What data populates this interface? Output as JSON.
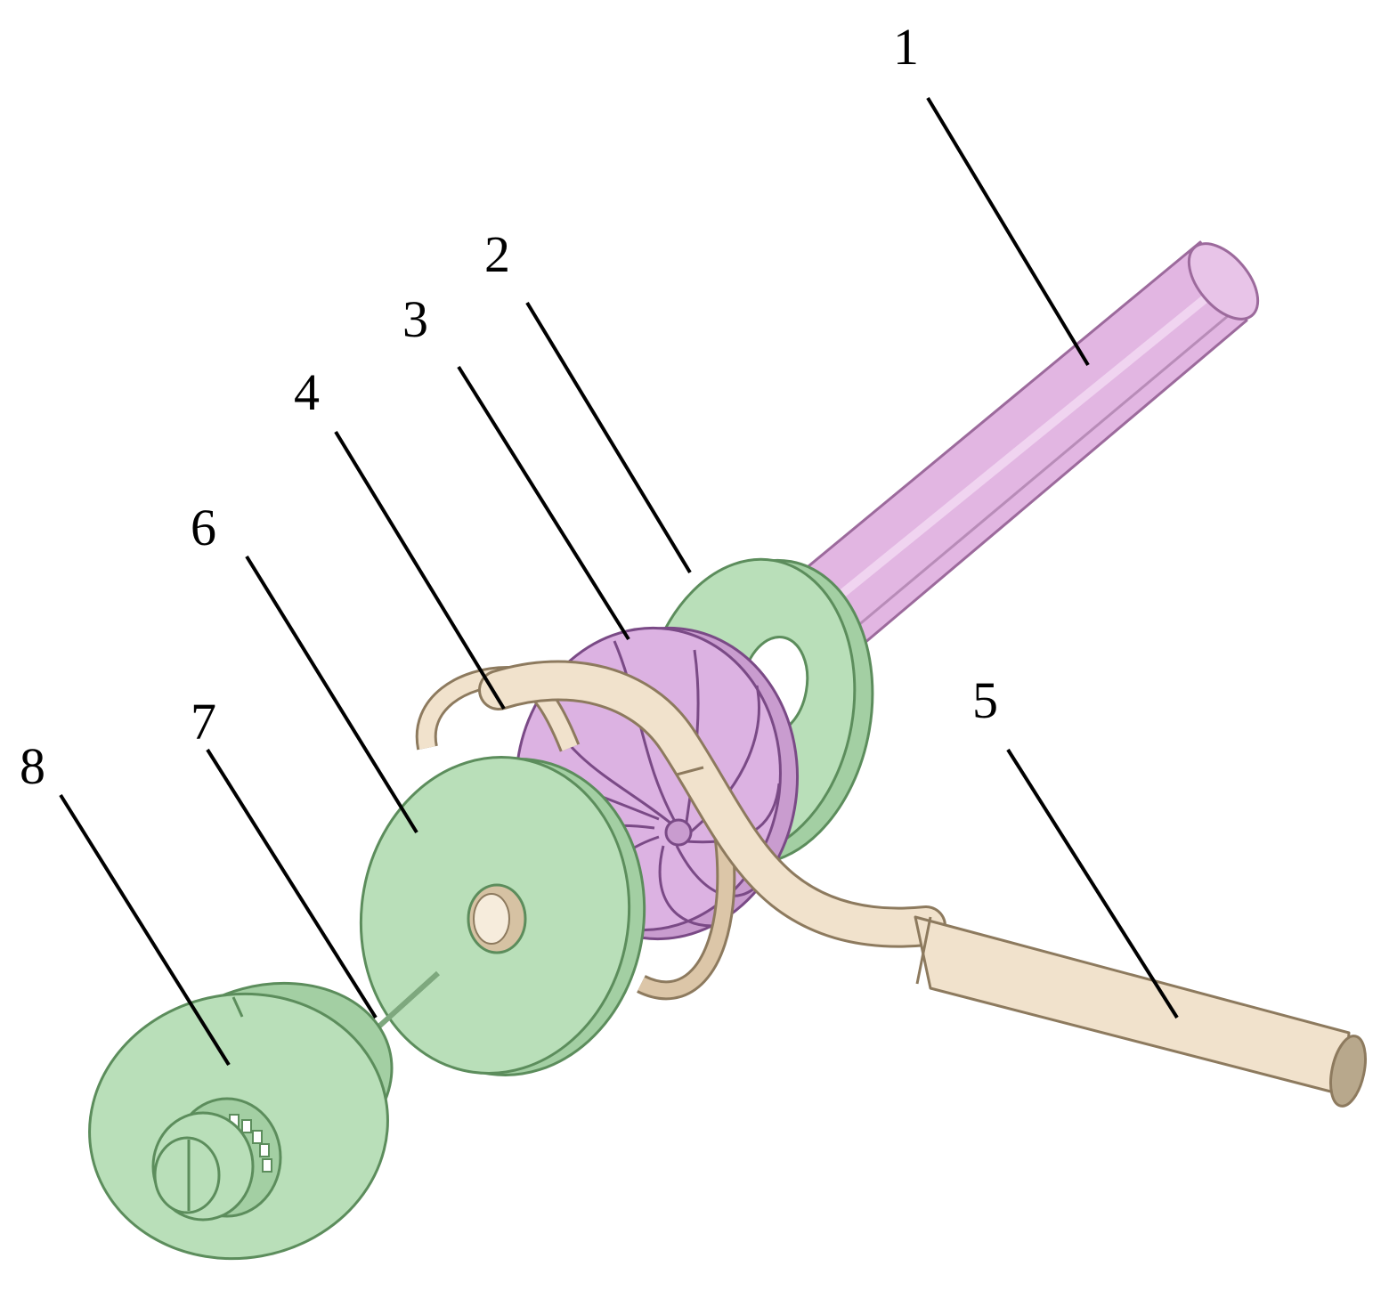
{
  "diagram": {
    "callouts": [
      {
        "id": "1",
        "label": "1"
      },
      {
        "id": "2",
        "label": "2"
      },
      {
        "id": "3",
        "label": "3"
      },
      {
        "id": "4",
        "label": "4"
      },
      {
        "id": "5",
        "label": "5"
      },
      {
        "id": "6",
        "label": "6"
      },
      {
        "id": "7",
        "label": "7"
      },
      {
        "id": "8",
        "label": "8"
      }
    ],
    "colors": {
      "shaft": "#e2b6e2",
      "shaft_edge": "#9c6a9c",
      "disc_green": "#b9dfb9",
      "disc_green_dark": "#a3cfa3",
      "disc_edge": "#5c8d5c",
      "impeller": "#dcb2e2",
      "impeller_edge": "#7a4a86",
      "tube": "#f1e2cc",
      "tube_dark": "#dcc6a8",
      "tube_edge": "#8d7a5e",
      "leader": "#000000"
    }
  }
}
